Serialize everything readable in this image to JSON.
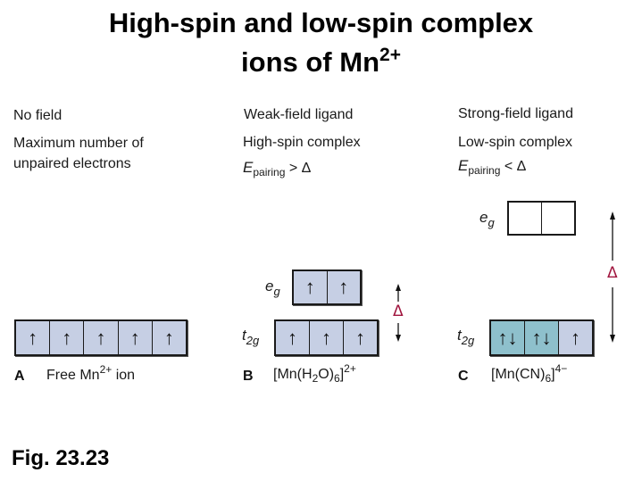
{
  "title": {
    "line1": "High-spin and low-spin complex",
    "line2_text": "ions of Mn",
    "line2_sup": "2+"
  },
  "colors": {
    "unpaired_box": "#c6cfe4",
    "paired_box": "#8ec0cc",
    "empty_box": "#ffffff",
    "delta": "#a0153e"
  },
  "panels": {
    "a": {
      "header1": "No field",
      "header2a": "Maximum number of",
      "header2b": "unpaired electrons",
      "letter": "A",
      "caption_text": "Free Mn",
      "caption_sup": "2+",
      "caption_tail": " ion",
      "orbitals": [
        "↑",
        "↑",
        "↑",
        "↑",
        "↑"
      ]
    },
    "b": {
      "header1": "Weak-field ligand",
      "header2": "High-spin complex",
      "cond_E": "E",
      "cond_sub": "pairing",
      "cond_rel": " > Δ",
      "letter": "B",
      "caption": {
        "p1": "[Mn(H",
        "s1": "2",
        "p2": "O)",
        "s2": "6",
        "p3": "]",
        "sup": "2+"
      },
      "eg_label": "e",
      "eg_sub": "g",
      "t2g_label": "t",
      "t2g_sub": "2g",
      "eg": [
        "↑",
        "↑"
      ],
      "t2g": [
        "↑",
        "↑",
        "↑"
      ],
      "delta": "Δ"
    },
    "c": {
      "header1": "Strong-field ligand",
      "header2": "Low-spin complex",
      "cond_E": "E",
      "cond_sub": "pairing",
      "cond_rel": " < Δ",
      "letter": "C",
      "caption": {
        "p1": "[Mn(CN)",
        "s1": "6",
        "p2": "]",
        "sup": "4−"
      },
      "eg_label": "e",
      "eg_sub": "g",
      "t2g_label": "t",
      "t2g_sub": "2g",
      "eg": [
        "",
        ""
      ],
      "t2g": [
        "↑↓",
        "↑↓",
        "↑"
      ],
      "delta": "Δ"
    }
  },
  "figure_label": "Fig. 23.23"
}
